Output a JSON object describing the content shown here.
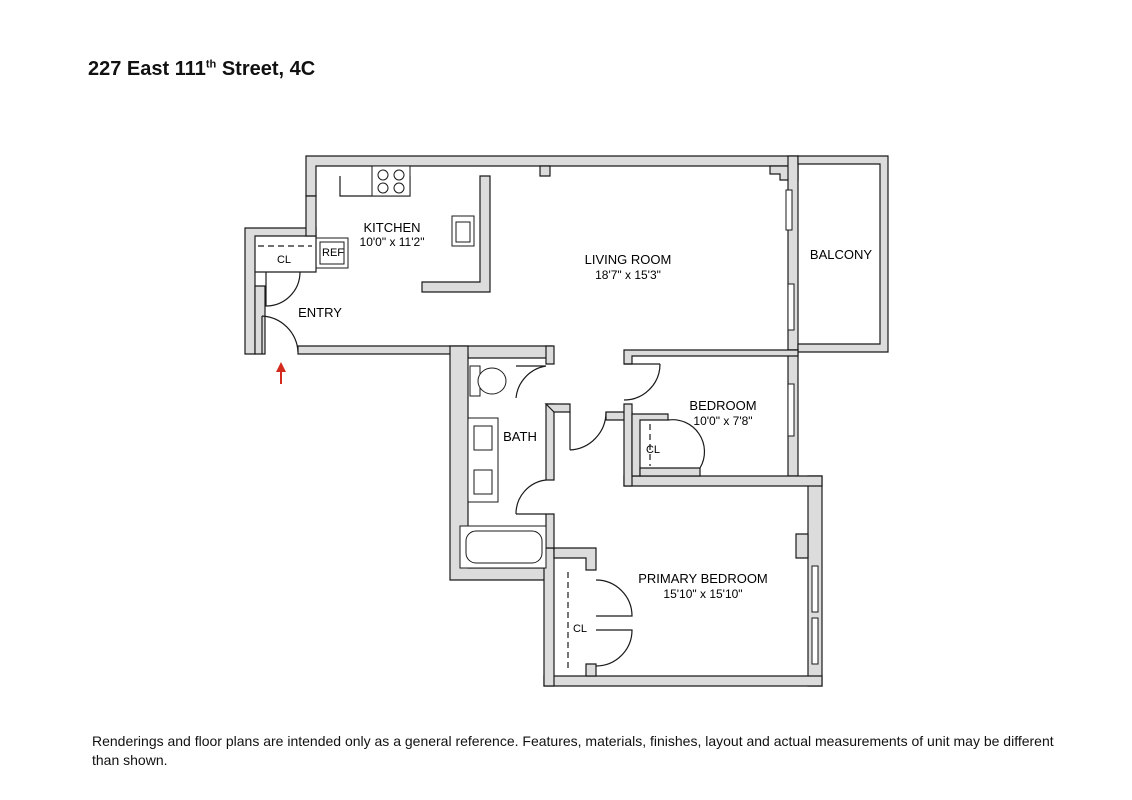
{
  "header": {
    "title_prefix": "227 East 111",
    "title_sup": "th",
    "title_suffix": " Street, 4C"
  },
  "rooms": {
    "kitchen": {
      "name": "KITCHEN",
      "dims": "10'0\" x 11'2\""
    },
    "living_room": {
      "name": "LIVING ROOM",
      "dims": "18'7\" x 15'3\""
    },
    "balcony": {
      "name": "BALCONY"
    },
    "entry": {
      "name": "ENTRY"
    },
    "bath": {
      "name": "BATH"
    },
    "bedroom": {
      "name": "BEDROOM",
      "dims": "10'0\" x 7'8\""
    },
    "primary_bedroom": {
      "name": "PRIMARY BEDROOM",
      "dims": "15'10\" x 15'10\""
    }
  },
  "labels": {
    "closet": "CL",
    "refrigerator": "REF"
  },
  "icons": {
    "entry_arrow_color": "#d42a1e"
  },
  "footer": {
    "disclaimer": "Renderings and floor plans are intended only as a general reference. Features, materials, finishes, layout and actual measurements of unit may be different than shown."
  }
}
